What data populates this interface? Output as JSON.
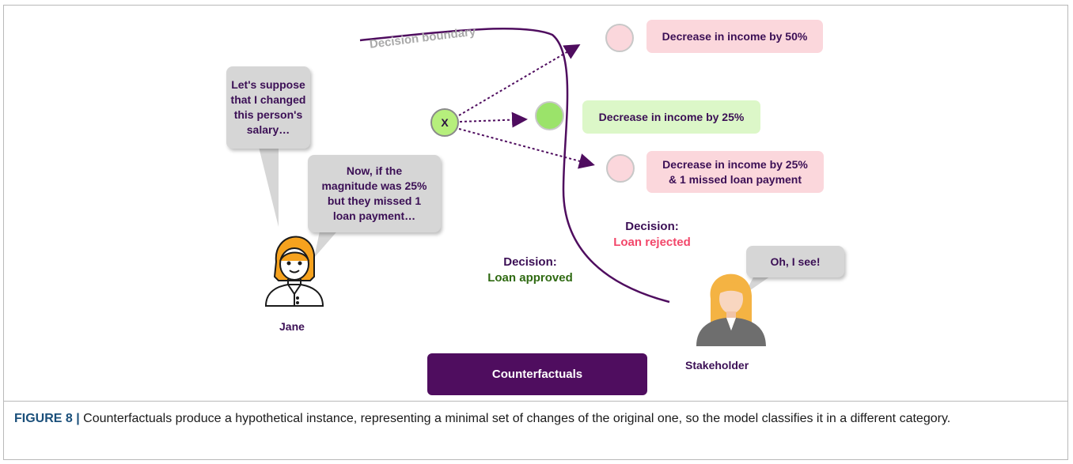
{
  "diagram": {
    "boundary_label": "Decision boundary",
    "x_node_label": "X",
    "outcomes": [
      {
        "label": "Decrease in income by 50%",
        "class": "negative"
      },
      {
        "label": "Decrease in income by 25%",
        "class": "positive"
      },
      {
        "label": "Decrease in income by 25%\n& 1 missed loan payment",
        "class": "negative"
      }
    ],
    "bubbles": {
      "jane_first": "Let's suppose\nthat I changed\nthis person's\nsalary…",
      "jane_second": "Now, if the\nmagnitude was 25%\nbut they missed 1\nloan payment…",
      "stakeholder": "Oh, I see!"
    },
    "decisions": {
      "approved": {
        "title": "Decision:",
        "value": "Loan approved"
      },
      "rejected": {
        "title": "Decision:",
        "value": "Loan rejected"
      }
    },
    "people": {
      "jane": "Jane",
      "stakeholder": "Stakeholder"
    },
    "button_label": "Counterfactuals",
    "colors": {
      "purple": "#4f0d5f",
      "approved": "#2f6a12",
      "rejected": "#f2476a",
      "negative_fill": "#fbd7dc",
      "positive_fill": "#dcf7c8"
    }
  },
  "caption": {
    "label": "FIGURE 8 |",
    "text": " Counterfactuals produce a hypothetical instance, representing a minimal set of changes of the original one, so the model classifies it in a different category."
  }
}
